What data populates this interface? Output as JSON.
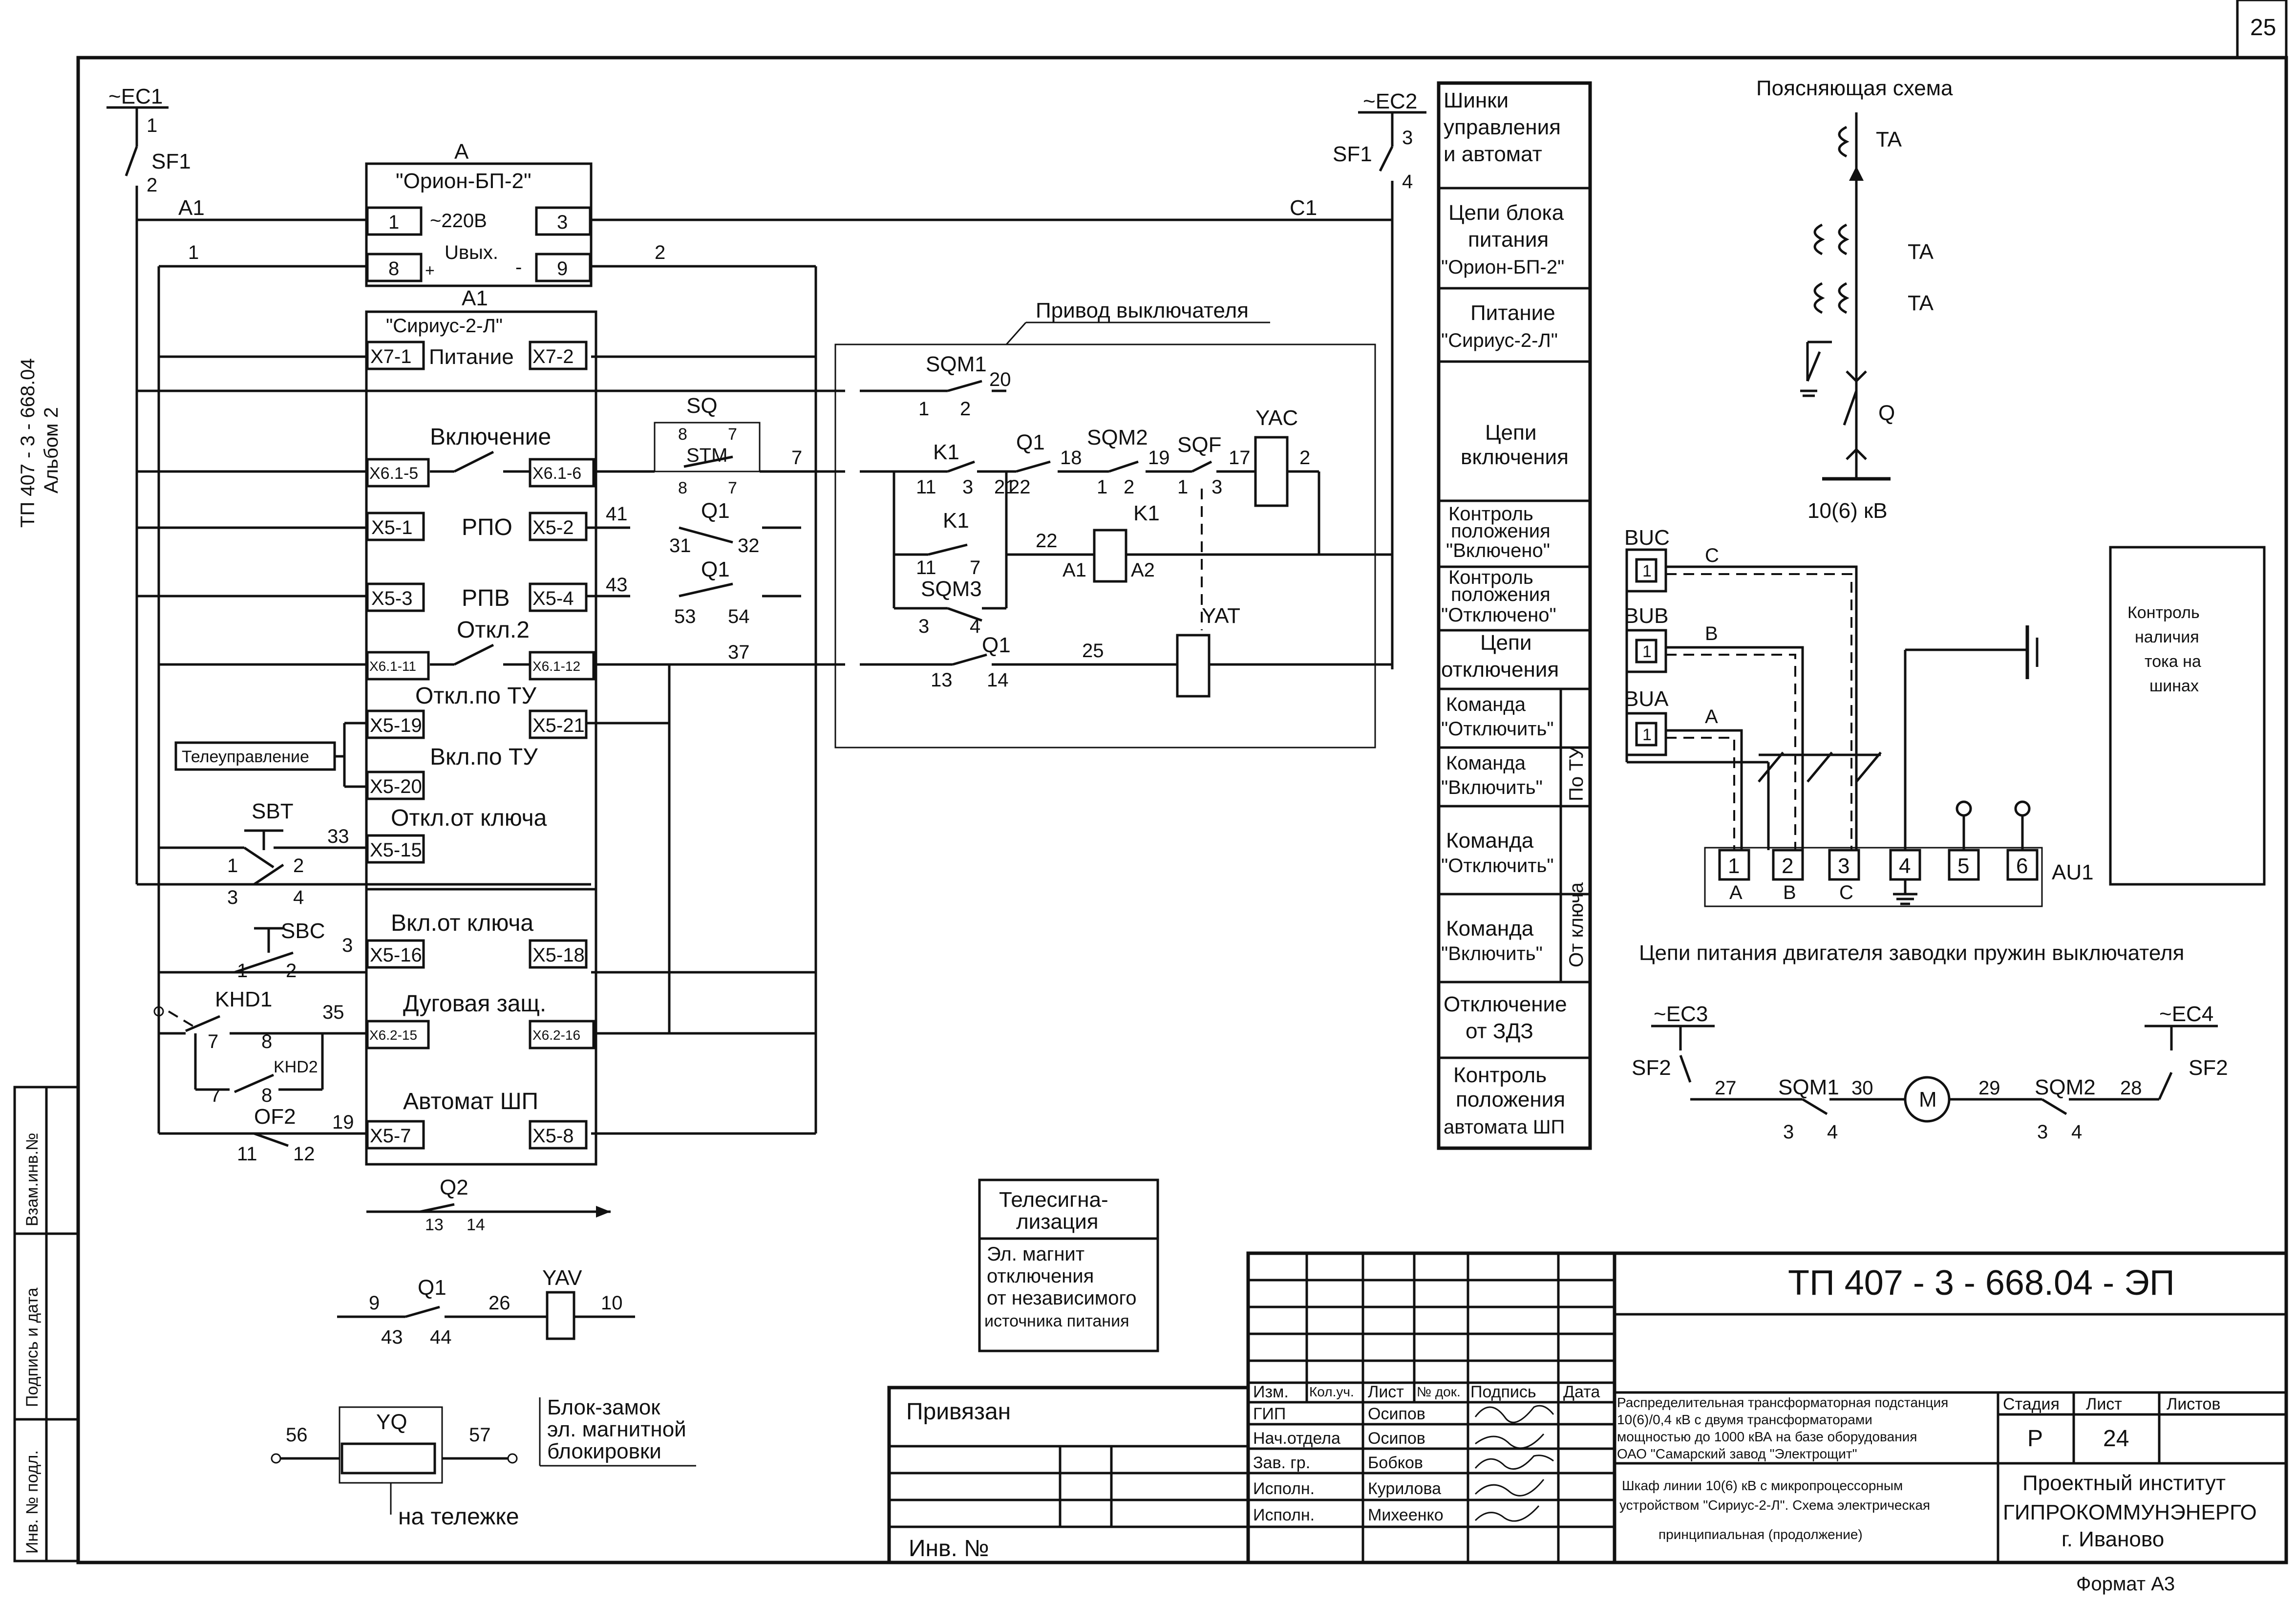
{
  "page_number": "25",
  "format": "Формат А3",
  "side_doc": {
    "title": "ТП 407 - 3 - 668.04",
    "album": "Альбом  2"
  },
  "side_stamp": {
    "vzam": "Взам.инв.№",
    "podpis": "Подпись и дата",
    "inv": "Инв. № подл."
  },
  "supplies": {
    "ec1": "~EC1",
    "ec2": "~EC2",
    "ec3": "~EC3",
    "ec4": "~EC4"
  },
  "breaker": {
    "sf1": "SF1",
    "sf1_left_a": "1",
    "sf1_left_b": "2",
    "sf1_right_a": "3",
    "sf1_right_b": "4"
  },
  "wires": {
    "a1": "A1",
    "c1": "C1",
    "w1": "1",
    "w2": "2",
    "w7": "7",
    "w41": "41",
    "w43": "43",
    "w37": "37",
    "w33": "33",
    "w35": "35",
    "w19": "19",
    "w3": "3"
  },
  "block_a": {
    "designation": "A",
    "name": "\"Орион-БП-2\"",
    "t1": "1",
    "t3": "3",
    "t8": "8",
    "t9": "9",
    "v220": "~220B",
    "uout": "Uвых.",
    "plus": "+",
    "minus": "-"
  },
  "block_a1": {
    "designation": "A1",
    "name": "\"Сириус-2-Л\"",
    "x71": "X7-1",
    "x72": "X7-2",
    "power": "Питание",
    "vkl": "Включение",
    "x615": "X6.1-5",
    "x616": "X6.1-6",
    "rpo": "РПО",
    "x51": "X5-1",
    "x52": "X5-2",
    "rpv": "РПВ",
    "x53": "X5-3",
    "x54": "X5-4",
    "otkl2": "Откл.2",
    "x6111": "X6.1-11",
    "x6112": "X6.1-12",
    "otkl_tu": "Откл.по ТУ",
    "x519": "X5-19",
    "x521": "X5-21",
    "vkl_tu": "Вкл.по ТУ",
    "x520": "X5-20",
    "otkl_key": "Откл.от ключа",
    "x515": "X5-15",
    "vkl_key": "Вкл.от ключа",
    "x516": "X5-16",
    "x518": "X5-18",
    "arc": "Дуговая защ.",
    "x6215": "X6.2-15",
    "x6216": "X6.2-16",
    "avt": "Автомат ШП",
    "x57": "X5-7",
    "x58": "X5-8"
  },
  "telecontrol": "Телеуправление",
  "left_devices": {
    "sbt": "SBT",
    "sbt_1": "1",
    "sbt_2": "2",
    "sbt_3": "3",
    "sbt_4": "4",
    "sbc": "SBC",
    "sbc_1": "1",
    "sbc_2": "2",
    "khd1": "KHD1",
    "khd2": "KHD2",
    "k7a": "7",
    "k8a": "8",
    "k7b": "7",
    "k8b": "8",
    "of2": "OF2",
    "of_11": "11",
    "of_12": "12"
  },
  "sq": {
    "sq": "SQ",
    "stm": "STM",
    "s8a": "8",
    "s7a": "7",
    "s8b": "8",
    "s7b": "7"
  },
  "q1_contacts": {
    "q1": "Q1",
    "c31": "31",
    "c32": "32",
    "c53": "53",
    "c54": "54",
    "c13": "13",
    "c14": "14",
    "c43": "43",
    "c44": "44",
    "c9": "9"
  },
  "drive": {
    "title": "Привод выключателя",
    "sqm1": "SQM1",
    "sqm1_1": "1",
    "sqm1_2": "2",
    "w20": "20",
    "k1": "K1",
    "k1_11": "11",
    "k1_3": "3",
    "w21": "21",
    "q1": "Q1",
    "q1_22": "22",
    "w18": "18",
    "sqm2": "SQM2",
    "sqm2_1": "1",
    "sqm2_2": "2",
    "w19": "19",
    "sqf": "SQF",
    "sqf_1": "1",
    "sqf_3": "3",
    "w17": "17",
    "yac": "YAC",
    "yac_2": "2",
    "k1b": "K1",
    "k1b_11": "11",
    "k1b_7": "7",
    "w22": "22",
    "coil_k1": "K1",
    "a1": "A1",
    "a2": "A2",
    "sqm3": "SQM3",
    "sqm3_3": "3",
    "sqm3_4": "4",
    "yat": "YAT",
    "q1c": "Q1",
    "q1c_13": "13",
    "q1c_14": "14",
    "w25": "25"
  },
  "bottom_left": {
    "q2": "Q2",
    "q2_13": "13",
    "q2_14": "14",
    "yav": "YAV",
    "w26": "26",
    "w10": "10",
    "yq": "YQ",
    "w56": "56",
    "w57": "57",
    "trolley": "на тележке",
    "lock": [
      "Блок-замок",
      "эл. магнитной",
      "блокировки"
    ]
  },
  "telesig": {
    "head": [
      "Телесигна-",
      "лизация"
    ],
    "body": [
      "Эл. магнит",
      "отключения",
      "от независимого",
      "источника питания"
    ]
  },
  "legend": [
    [
      "Шинки",
      "управления",
      "и автомат"
    ],
    [
      "Цепи блока",
      "питания",
      "\"Орион-БП-2\""
    ],
    [
      "Питание",
      "\"Сириус-2-Л\""
    ],
    [
      "Цепи",
      "включения"
    ],
    [
      "Контроль",
      "положения",
      "\"Включено\""
    ],
    [
      "Контроль",
      "положения",
      "\"Отключено\""
    ],
    [
      "Цепи",
      "отключения"
    ],
    [
      "Команда",
      "\"Отключить\""
    ],
    [
      "Команда",
      "\"Включить\""
    ],
    [
      "Команда",
      "\"Отключить\""
    ],
    [
      "Команда",
      "\"Включить\""
    ],
    [
      "Отключение",
      "от ЗДЗ"
    ],
    [
      "Контроль",
      "положения",
      "автомата ШП"
    ]
  ],
  "legend_side": {
    "tu": "По ТУ",
    "key": "От ключа"
  },
  "expl": {
    "title": "Поясняющая схема",
    "ta": "TA",
    "q": "Q",
    "voltage": "10(6) кВ",
    "buc": "BUC",
    "bub": "BUB",
    "bua": "BUA",
    "c": "C",
    "b": "B",
    "a": "A",
    "term": [
      "1",
      "2",
      "3",
      "4",
      "5",
      "6"
    ],
    "phases": [
      "A",
      "B",
      "C"
    ],
    "au1": "AU1",
    "control": [
      "Контроль",
      "наличия",
      "тока на",
      "шинах"
    ]
  },
  "motor": {
    "title": "Цепи питания двигателя заводки пружин выключателя",
    "sf2": "SF2",
    "w27": "27",
    "sqm1": "SQM1",
    "w30": "30",
    "m": "M",
    "w29": "29",
    "sqm2": "SQM2",
    "w28": "28",
    "c3": "3",
    "c4": "4"
  },
  "title_block": {
    "code": "ТП  407 - 3 - 668.04 - ЭП",
    "privyazan": "Привязан",
    "inv": "Инв. №",
    "cols": [
      "Изм.",
      "Кол.уч.",
      "Лист",
      "№ док.",
      "Подпись",
      "Дата"
    ],
    "roles": [
      "ГИП",
      "Нач.отдела",
      "Зав. гр.",
      "Исполн.",
      "Исполн."
    ],
    "names": [
      "Осипов",
      "Осипов",
      "Бобков",
      "Курилова",
      "Михеенко"
    ],
    "desc": [
      "Распределительная трансформаторная подстанция",
      "10(6)/0,4 кВ с двумя трансформаторами",
      "мощностью до 1000 кВА на базе оборудования",
      "ОАО \"Самарский завод \"Электрощит\""
    ],
    "sheet_desc": [
      "Шкаф линии 10(6) кВ с микропроцессорным",
      "устройством \"Сириус-2-Л\". Схема электрическая",
      "принципиальная (продолжение)"
    ],
    "stage_label": "Стадия",
    "sheet_label": "Лист",
    "sheets_label": "Листов",
    "stage": "Р",
    "sheet": "24",
    "org": [
      "Проектный институт",
      "ГИПРОКОММУНЭНЕРГО",
      "г. Иваново"
    ]
  }
}
